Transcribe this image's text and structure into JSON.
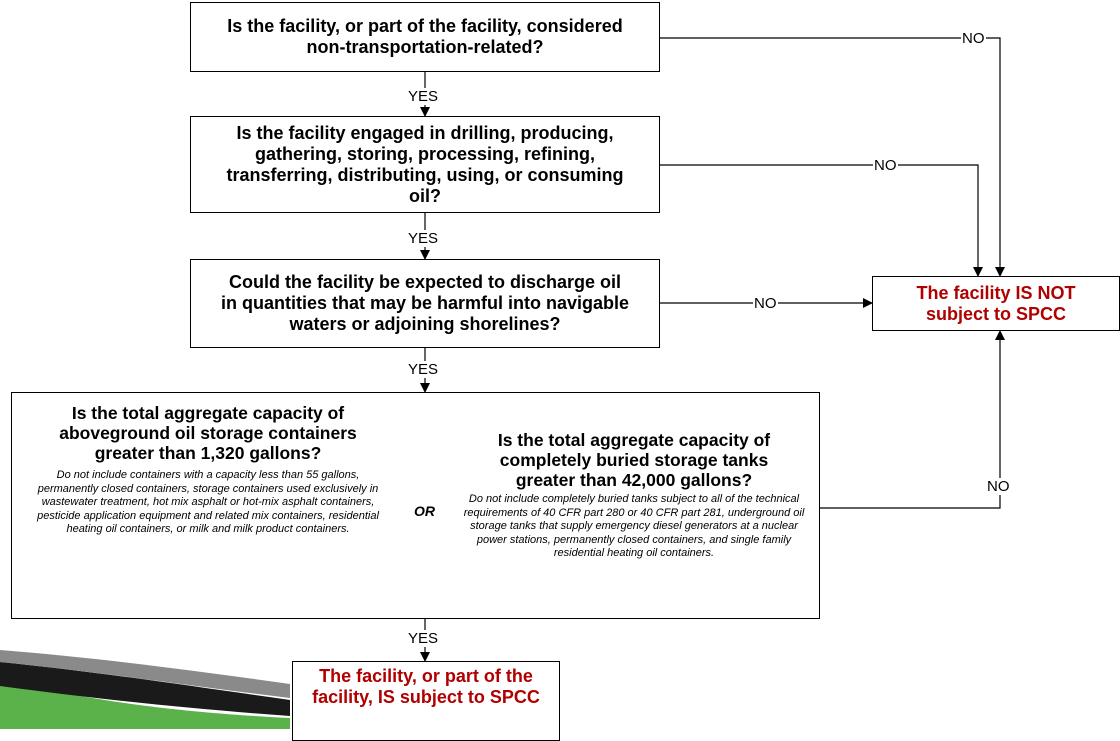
{
  "questions": {
    "q1": "Is the facility, or part of the facility, considered non-transportation-related?",
    "q2": "Is the facility engaged in drilling, producing, gathering, storing, processing, refining, transferring, distributing, using, or consuming oil?",
    "q3": "Could the facility be expected to discharge oil in quantities that may be harmful into navigable waters or adjoining shorelines?"
  },
  "q4": {
    "left_title": "Is the total aggregate capacity of aboveground oil storage containers greater than 1,320 gallons?",
    "left_note": "Do not include containers with a capacity less than 55 gallons, permanently closed containers, storage containers used exclusively in wastewater treatment, hot mix asphalt or hot-mix asphalt containers, pesticide application equipment and related mix containers, residential heating oil containers, or milk and milk product containers.",
    "or_label": "OR",
    "right_title": "Is the total aggregate capacity of completely buried storage tanks greater than 42,000 gallons?",
    "right_note": "Do not include completely buried tanks subject to all of the technical requirements of 40 CFR part 280 or 40 CFR part 281, underground oil storage tanks that supply emergency diesel generators at a nuclear power stations, permanently closed containers, and single family residential heating oil containers."
  },
  "results": {
    "not_subject": "The facility IS NOT subject to SPCC",
    "subject": "The facility, or part of the facility, IS subject to SPCC"
  },
  "labels": {
    "yes": "YES",
    "no": "NO"
  },
  "colors": {
    "result_text": "#b00000",
    "line": "#000000"
  }
}
